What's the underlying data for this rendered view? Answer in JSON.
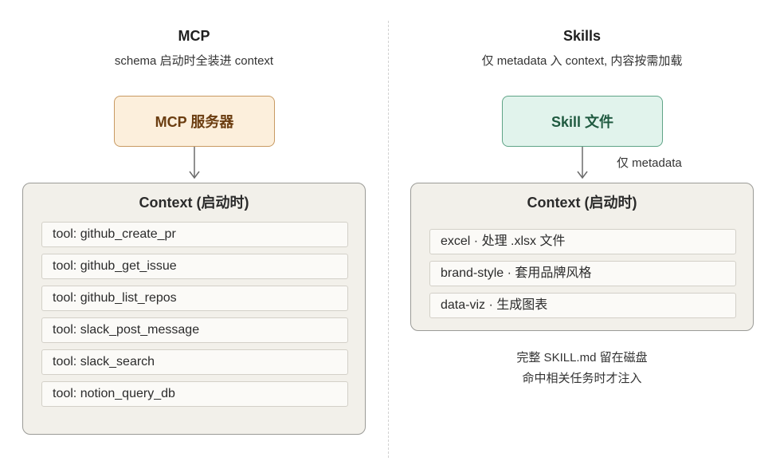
{
  "left": {
    "title": "MCP",
    "subtitle": "schema 启动时全装进 context",
    "server_label": "MCP 服务器",
    "context_title": "Context (启动时)",
    "tools": [
      "tool: github_create_pr",
      "tool: github_get_issue",
      "tool: github_list_repos",
      "tool: slack_post_message",
      "tool: slack_search",
      "tool: notion_query_db"
    ]
  },
  "right": {
    "title": "Skills",
    "subtitle": "仅 metadata 入 context, 内容按需加载",
    "file_label": "Skill 文件",
    "arrow_label": "仅 metadata",
    "context_title": "Context (启动时)",
    "skills": [
      "excel · 处理 .xlsx 文件",
      "brand-style · 套用品牌风格",
      "data-viz · 生成图表"
    ],
    "note_line1": "完整 SKILL.md 留在磁盘",
    "note_line2": "命中相关任务时才注入"
  },
  "colors": {
    "mcp_fill": "#fcefdc",
    "mcp_border": "#c89a62",
    "skill_fill": "#e1f3ec",
    "skill_border": "#5fa487",
    "context_fill": "#f2f0ea"
  }
}
